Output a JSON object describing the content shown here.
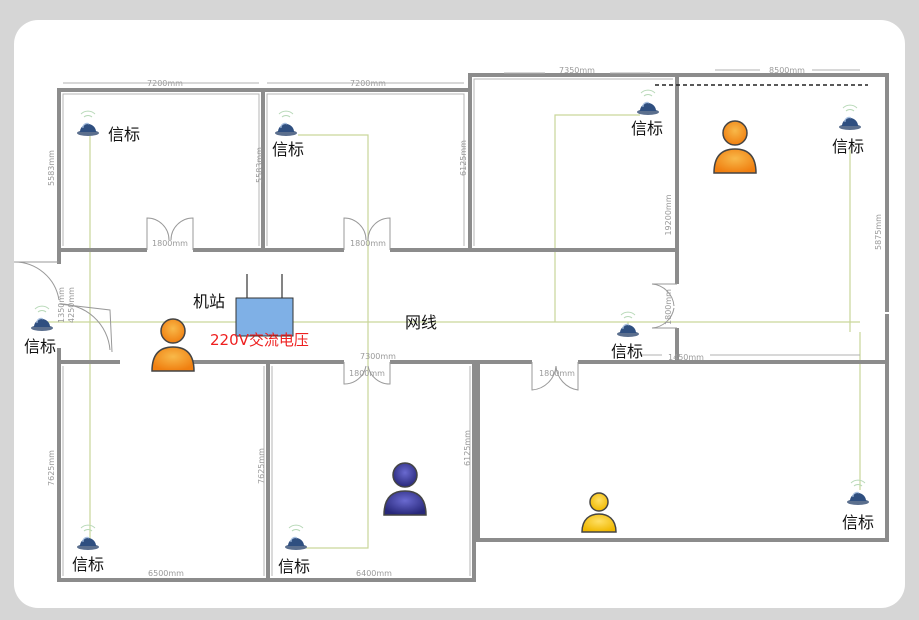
{
  "labels": {
    "beacon": "信标",
    "base_station": "机站",
    "power": "220V交流电压",
    "network": "网线"
  },
  "colors": {
    "power_text": "#ee2020",
    "wall": "#8c8c8c",
    "cable": "#c9d69a",
    "station": "#7fb0e6",
    "person_orange": "#f59a1e",
    "person_blue": "#3a3aa8",
    "person_yellow": "#f5c518"
  },
  "dimensions": {
    "top_room1_width": "7200mm",
    "top_room2_width": "7200mm",
    "top_room3_width": "7350mm",
    "top_room4_width": "8500mm",
    "room1_height": "5583mm",
    "room2_height": "5583mm",
    "room3_height": "6125mm",
    "room3_side": "19200mm",
    "room4_height": "5875mm",
    "door_top1": "1800mm",
    "door_top2": "1800mm",
    "left_opening_a": "1350mm",
    "left_opening_b": "4250mm",
    "right_door_height": "1800mm",
    "corridor_right_width": "1450mm",
    "corridor_mid_width": "7300mm",
    "door_bottom1": "1800mm",
    "door_bottom2": "1800mm",
    "room5_height": "7625mm",
    "room6_height": "7625mm",
    "room7_height": "6125mm",
    "bottom_room1_width": "6500mm",
    "bottom_room2_width": "6400mm"
  }
}
